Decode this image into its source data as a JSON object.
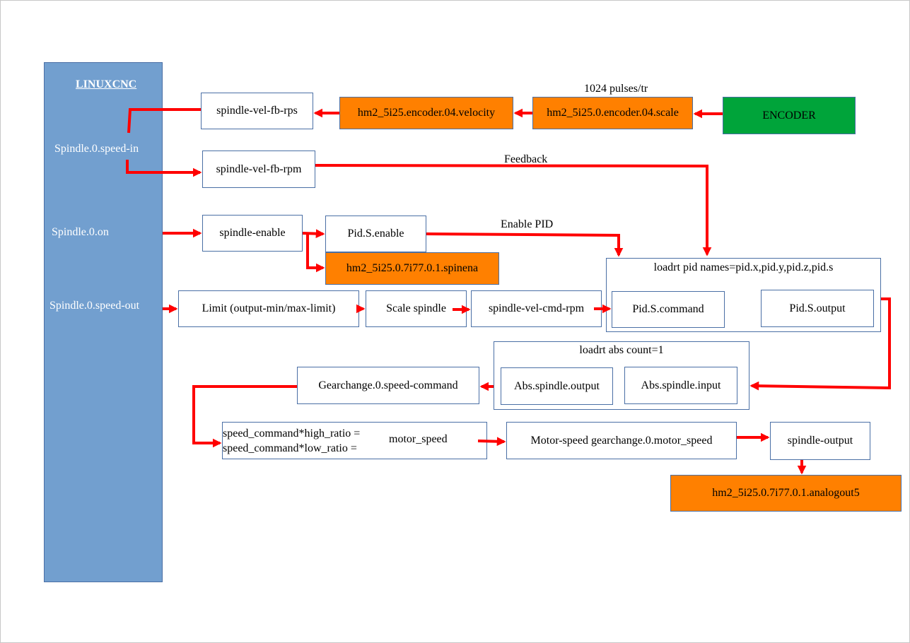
{
  "sidebar": {
    "title": "LINUXCNC",
    "speed_in": "Spindle.0.speed-in",
    "on": "Spindle.0.on",
    "speed_out": "Spindle.0.speed-out"
  },
  "boxes": {
    "fb_rps": "spindle-vel-fb-rps",
    "enc_velocity": "hm2_5i25.encoder.04.velocity",
    "enc_scale": "hm2_5i25.0.encoder.04.scale",
    "encoder": "ENCODER",
    "fb_rpm": "spindle-vel-fb-rpm",
    "spindle_enable": "spindle-enable",
    "pid_enable": "Pid.S.enable",
    "spinena": "hm2_5i25.0.7i77.0.1.spinena",
    "limit": "Limit (output-min/max-limit)",
    "scale_spindle": "Scale spindle",
    "cmd_rpm": "spindle-vel-cmd-rpm",
    "pid_command": "Pid.S.command",
    "pid_output": "Pid.S.output",
    "gear_speed_cmd": "Gearchange.0.speed-command",
    "abs_output": "Abs.spindle.output",
    "abs_input": "Abs.spindle.input",
    "formula_line1": "speed_command*high_ratio =",
    "formula_line2": "speed_command*low_ratio =",
    "formula_result": "motor_speed",
    "motor_speed": "Motor-speed gearchange.0.motor_speed",
    "spindle_output": "spindle-output",
    "analogout": "hm2_5i25.0.7i77.0.1.analogout5"
  },
  "panels": {
    "pid_title": "loadrt pid names=pid.x,pid.y,pid.z,pid.s",
    "abs_title": "loadrt abs count=1"
  },
  "labels": {
    "pulses": "1024 pulses/tr",
    "feedback": "Feedback",
    "enable_pid": "Enable PID"
  },
  "colors": {
    "sidebar": "#729fcf",
    "hardware": "#ff8000",
    "encoder": "#00a43a",
    "wire": "#ff0000"
  }
}
